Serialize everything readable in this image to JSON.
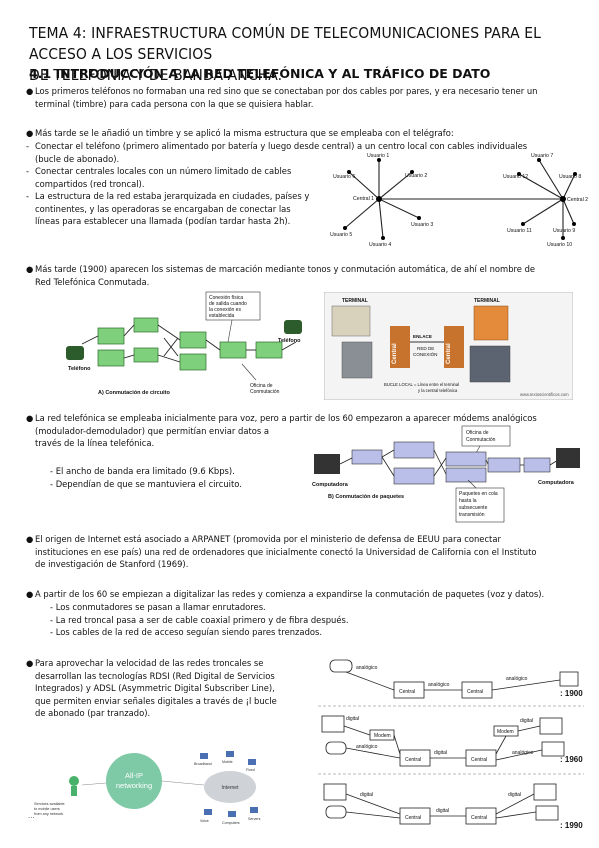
{
  "title_line1": "TEMA 4: INFRAESTRUCTURA COMÚN DE TELECOMUNICACIONES PARA EL ACCESO A LOS SERVICIOS",
  "title_line2": "DE TELEFONIA Y DE BANDA ANCHA.",
  "section_heading": "4.1 INTRODUCCIÓN A LA RED TELEFÓNICA Y AL TRÁFICO DE DATO",
  "bullet1": [
    "Los primeros teléfonos no formaban una red sino que se conectaban por dos cables por pares, y era necesario tener un",
    "terminal (timbre) para cada persona con la que se quisiera hablar."
  ],
  "bullet2": "Más tarde se le añadió un timbre y se aplicó la misma estructura que se empleaba con el telégrafo:",
  "dash_list_1": [
    [
      "Conectar el teléfono (primero alimentado por batería y luego desde central) a un centro local con cables individuales",
      "(bucle de abonado)."
    ],
    [
      "Conectar centrales locales con un número limitado de cables",
      "compartidos (red troncal)."
    ],
    [
      "La estructura de la red estaba jerarquizada en ciudades, países y",
      "continentes, y las operadoras se encargaban de conectar las",
      "líneas para establecer una llamada (podían tardar hasta 2h)."
    ]
  ],
  "bullet3": [
    "Más tarde (1900) aparecen los sistemas de marcación mediante tonos y conmutación automática, de ahí el nombre de",
    "Red Telefónica Conmutada."
  ],
  "bullet4": [
    "La red telefónica se empleaba inicialmente para voz, pero a partir de los 60 empezaron a aparecer módems analógicos",
    "(modulador-demodulador) que permitían enviar datos a",
    "través de la línea telefónica."
  ],
  "dash_list_2": [
    "El ancho de banda era limitado (9.6 Kbps).",
    "Dependían de que se mantuviera el circuito."
  ],
  "bullet5": [
    "El origen de Internet está asociado a ARPANET (promovida por el ministerio de defensa de EEUU para conectar",
    "instituciones en ese país) una red de ordenadores que inicialmente conectó la Universidad de California con el Instituto",
    "de investigación de Stanford (1969)."
  ],
  "bullet6": "A partir de los 60 se empiezan a digitalizar las redes y comienza a expandirse la conmutación de paquetes (voz y datos).",
  "dash_list_3": [
    "Los conmutadores se pasan a llamar enrutadores.",
    "La red troncal pasa a ser de cable coaxial primero y de fibra después.",
    "Los cables de la red de acceso seguían siendo pares trenzados."
  ],
  "bullet7": [
    "Para aprovechar la velocidad de las redes troncales se",
    "desarrollan las tecnologías RDSI (Red Digital de Servicios",
    "Integrados) y ADSL (Asymmetric Digital Subscriber Line),",
    "que permiten enviar señales digitales a través de ¡l bucle",
    "de abonado (par tranzado)."
  ],
  "fig_star": {
    "central1": "Central 1",
    "central2": "Central 2",
    "left_users": [
      "Usuario 1",
      "Usuario 2",
      "Usuario 3",
      "Usuario 4",
      "Usuario 5",
      "Usuario 6"
    ],
    "right_users": [
      "Usuario 7",
      "Usuario 8",
      "Usuario 9",
      "Usuario 10",
      "Usuario 11",
      "Usuario 12"
    ]
  },
  "fig_circuit": {
    "note": [
      "Conexión física",
      "de salida cuando",
      "la conexión es",
      "establecida"
    ],
    "phone_left": "Teléfono",
    "phone_right": "Teléfono",
    "office": [
      "Oficina de",
      "Conmutación"
    ],
    "caption": "A) Conmutación de circuito"
  },
  "fig_terminal": {
    "term_left": "TERMINAL",
    "term_right": "TERMINAL",
    "central_left": "Central",
    "central_right": "Central",
    "enlace": "ENLACE",
    "enlace_sub": [
      "RED DE",
      "CONEXIÓN"
    ],
    "bucle": "BUCLE LOCAL = Línea entre el terminal",
    "bucle2": "y la central telefónica",
    "watermark": "www.textoscientificos.com"
  },
  "fig_packet": {
    "office": [
      "Oficina de",
      "Conmutación"
    ],
    "left": "Computadora",
    "right": "Computadora",
    "caption": "B) Conmutación de paquetes",
    "note": [
      "Paquetes en cola",
      "hasta la",
      "subsecuente",
      "transmisión"
    ]
  },
  "fig_evolution": {
    "years": [
      ": 1900",
      ": 1960",
      ": 1990"
    ],
    "central": "Central",
    "analogico": "analógico",
    "digital": "digital",
    "modem": "Modem"
  },
  "fig_allip": {
    "center": [
      "All-IP",
      "networking"
    ],
    "left_note": [
      "Services available",
      "to mobile users",
      "from any network"
    ],
    "cloud": "Internet",
    "labels": [
      "Broadband",
      "Mobile",
      "Fixed",
      "Voice",
      "Computers",
      "Servers"
    ]
  },
  "footer_mark": "..."
}
